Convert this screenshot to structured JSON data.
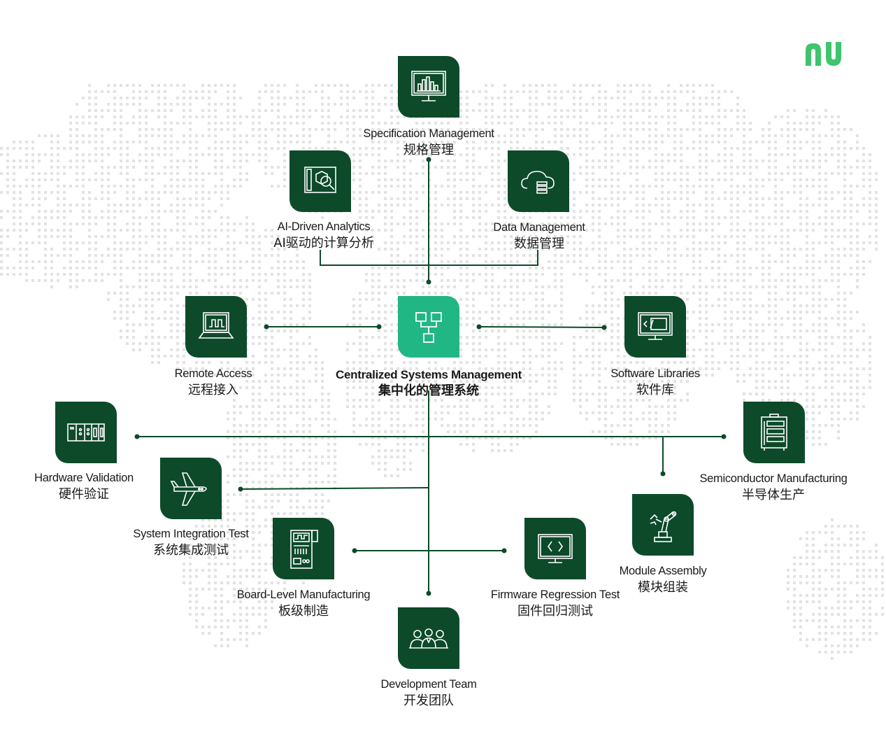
{
  "brand": {
    "logo": "ni-logo",
    "accent": "#2ecc71",
    "tile_dark": "#0d4a2a",
    "tile_center": "#21b784",
    "line": "#0d4a2a"
  },
  "nodes": {
    "specification": {
      "en": "Specification Management",
      "zh": "规格管理",
      "icon": "monitor-chart-icon"
    },
    "ai_analytics": {
      "en": "AI-Driven Analytics",
      "zh": "AI驱动的计算分析",
      "icon": "analytics-magnifier-icon"
    },
    "data_management": {
      "en": "Data Management",
      "zh": "数据管理",
      "icon": "cloud-database-icon"
    },
    "remote_access": {
      "en": "Remote Access",
      "zh": "远程接入",
      "icon": "laptop-signal-icon"
    },
    "centralized": {
      "en": "Centralized Systems Management",
      "zh": "集中化的管理系统",
      "icon": "network-hierarchy-icon"
    },
    "software_libraries": {
      "en": "Software Libraries",
      "zh": "软件库",
      "icon": "monitor-code-icon"
    },
    "hardware_validation": {
      "en": "Hardware Validation",
      "zh": "硬件验证",
      "icon": "rack-modules-icon"
    },
    "semiconductor": {
      "en": "Semiconductor Manufacturing",
      "zh": "半导体生产",
      "icon": "cabinet-icon"
    },
    "system_integration": {
      "en": "System Integration Test",
      "zh": "系统集成测试",
      "icon": "airplane-icon"
    },
    "module_assembly": {
      "en": "Module Assembly",
      "zh": "模块组装",
      "icon": "robot-arm-icon"
    },
    "board_level": {
      "en": "Board-Level Manufacturing",
      "zh": "板级制造",
      "icon": "test-station-icon"
    },
    "firmware_regression": {
      "en": "Firmware Regression Test",
      "zh": "固件回归测试",
      "icon": "monitor-code-brackets-icon"
    },
    "development_team": {
      "en": "Development Team",
      "zh": "开发团队",
      "icon": "team-people-icon"
    }
  }
}
